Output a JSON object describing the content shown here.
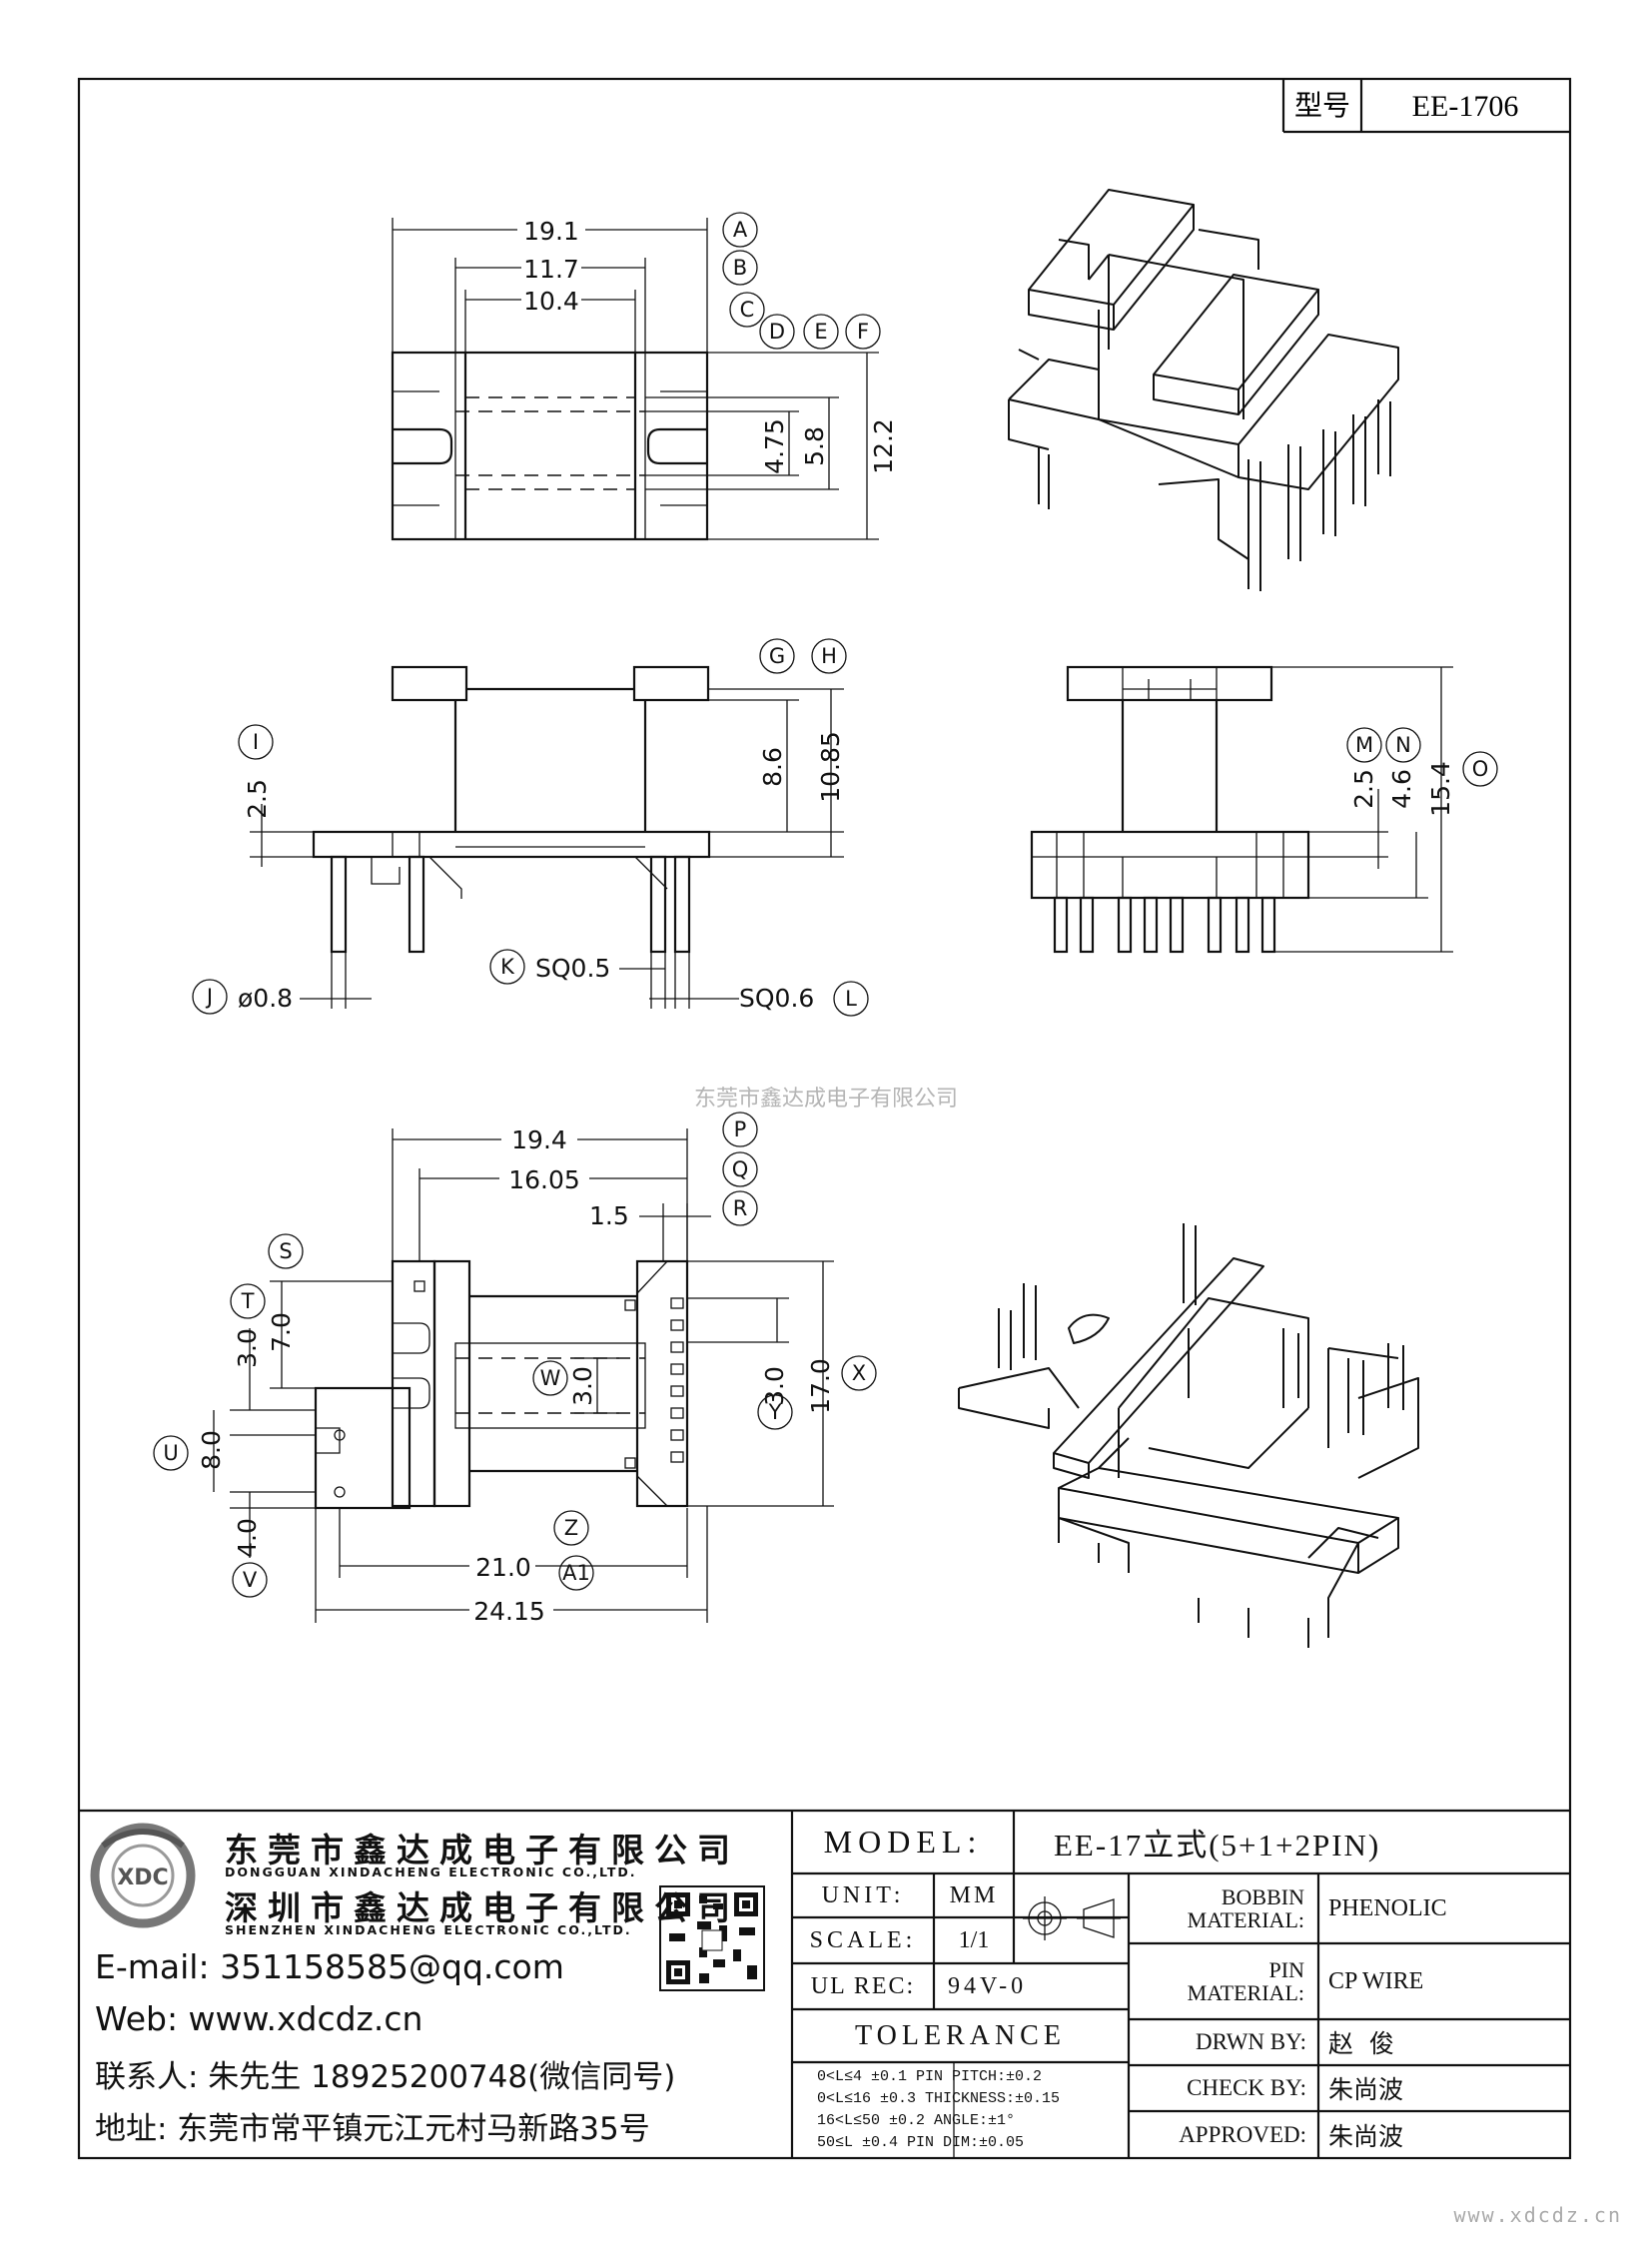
{
  "header": {
    "model_label": "型号",
    "model_value": "EE-1706"
  },
  "top_view": {
    "dims": [
      "19.1",
      "11.7",
      "10.4",
      "4.75",
      "5.8",
      "12.2"
    ],
    "callouts": [
      "A",
      "B",
      "C",
      "D",
      "E",
      "F"
    ]
  },
  "front_view": {
    "dims": [
      "8.6",
      "10.85",
      "2.5",
      "ø0.8",
      "SQ0.5",
      "SQ0.6"
    ],
    "callouts": [
      "G",
      "H",
      "I",
      "J",
      "K",
      "L"
    ]
  },
  "side_view": {
    "dims": [
      "2.5",
      "4.6",
      "15.4"
    ],
    "callouts": [
      "M",
      "N",
      "O"
    ]
  },
  "bottom_view": {
    "dims": [
      "19.4",
      "16.05",
      "1.5",
      "3.0",
      "7.0",
      "8.0",
      "4.0",
      "3.0",
      "3.0",
      "17.0",
      "21.0",
      "24.15"
    ],
    "callouts": [
      "P",
      "Q",
      "R",
      "S",
      "T",
      "U",
      "V",
      "W",
      "Y",
      "X",
      "Z",
      "A1"
    ]
  },
  "watermark": "东莞市鑫达成电子有限公司",
  "company": {
    "name_1": "东莞市鑫达成电子有限公司",
    "name_1_en": "DONGGUAN XINDACHENG ELECTRONIC CO.,LTD.",
    "name_2": "深圳市鑫达成电子有限公司",
    "name_2_en": "SHENZHEN XINDACHENG ELECTRONIC CO.,LTD.",
    "logo_text": "XDC",
    "email": "E-mail: 351158585@qq.com",
    "web": "Web: www.xdcdz.cn",
    "contact": "联系人: 朱先生 18925200748(微信同号)",
    "address": "地址: 东莞市常平镇元江元村马新路35号"
  },
  "title_block": {
    "model_label": "MODEL:",
    "model_value": "EE-17立式(5+1+2PIN)",
    "unit_label": "UNIT:",
    "unit_value": "MM",
    "scale_label": "SCALE:",
    "scale_value": "1/1",
    "ul_label": "UL REC:",
    "ul_value": "94V-0",
    "tolerance_label": "TOLERANCE",
    "tolerance_rows": [
      "0<L≤4    ±0.1  PIN PITCH:±0.2",
      "0<L≤16   ±0.3  THICKNESS:±0.15",
      "16<L≤50  ±0.2  ANGLE:±1°",
      "50≤L     ±0.4  PIN DIM:±0.05"
    ],
    "bobbin_label_1": "BOBBIN",
    "bobbin_label_2": "MATERIAL:",
    "bobbin_value": "PHENOLIC",
    "pin_label_1": "PIN",
    "pin_label_2": "MATERIAL:",
    "pin_value": "CP WIRE",
    "drawn_label": "DRWN BY:",
    "drawn_value": "赵  俊",
    "check_label": "CHECK BY:",
    "check_value": "朱尚波",
    "approved_label": "APPROVED:",
    "approved_value": "朱尚波"
  },
  "footer_url": "www.xdcdz.cn"
}
